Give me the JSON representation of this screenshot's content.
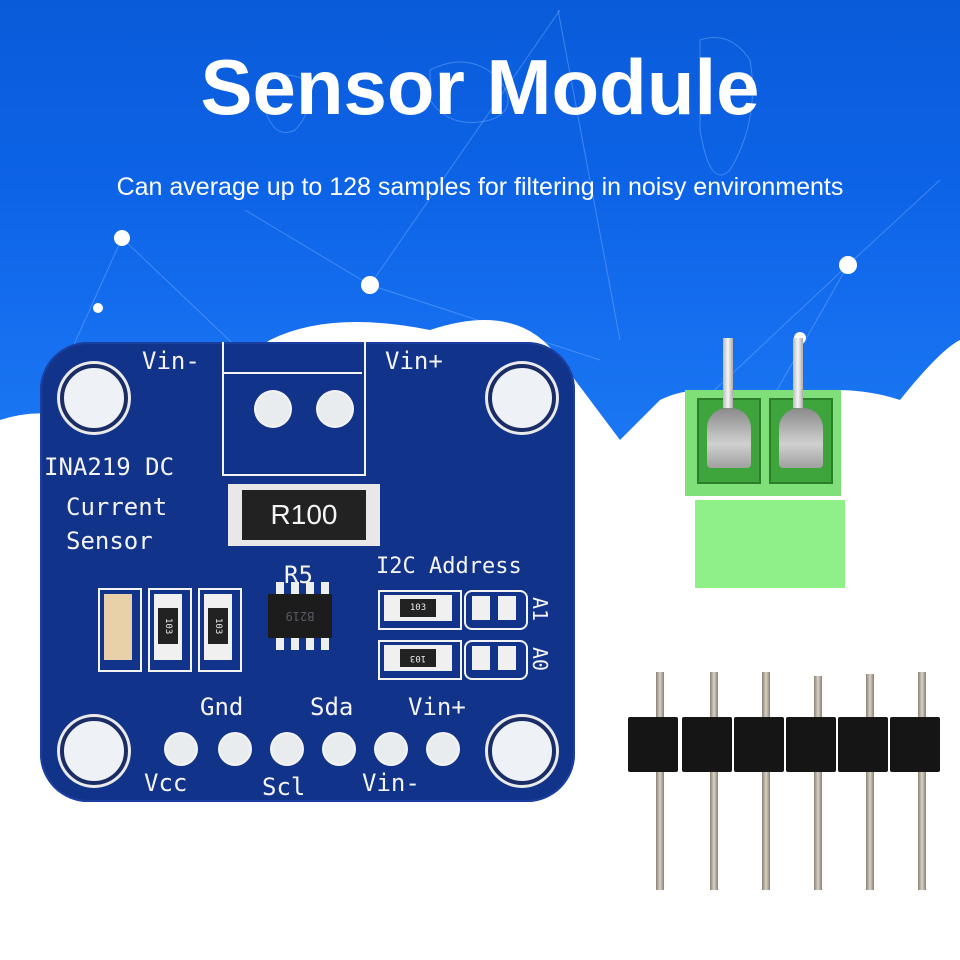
{
  "banner": {
    "title": "Sensor Module",
    "subtitle": "Can average up to 128 samples for filtering in noisy environments"
  },
  "board": {
    "label_line1": "INA219 DC",
    "label_line2": "Current",
    "label_line3": "Sensor",
    "terminal_left": "Vin-",
    "terminal_right": "Vin+",
    "shunt_resistor": "R100",
    "shunt_designator": "R5",
    "i2c_label": "I2C Address",
    "addr_a1": "A1",
    "addr_a0": "A0",
    "resistor_code": "103",
    "ic_marking": "B219",
    "pins_top": [
      "Gnd",
      "Sda",
      "Vin+"
    ],
    "pins_bottom": [
      "Vcc",
      "Scl",
      "Vin-"
    ]
  },
  "accessories": {
    "terminal_block": "2-pin screw terminal (green)",
    "pin_header": "6-pin male header"
  },
  "colors": {
    "banner_blue": "#0d63e6",
    "pcb_blue": "#12338a",
    "terminal_green": "#7fe07a",
    "header_black": "#151515"
  }
}
